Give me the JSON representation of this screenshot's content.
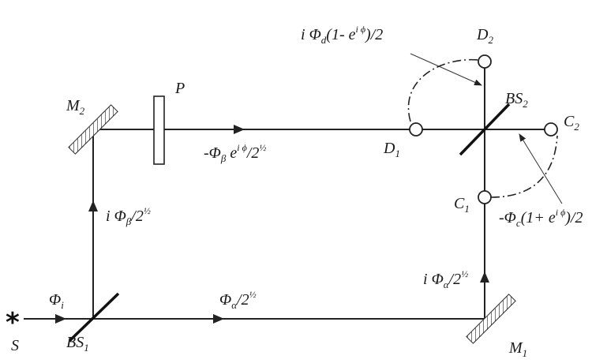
{
  "labels": {
    "source": "S",
    "bs1": {
      "main": "BS",
      "sub": "1"
    },
    "bs2": {
      "main": "BS",
      "sub": "2"
    },
    "m1": {
      "main": "M",
      "sub": "1"
    },
    "m2": {
      "main": "M",
      "sub": "2"
    },
    "plate": "P",
    "d1": {
      "main": "D",
      "sub": "1"
    },
    "d2": {
      "main": "D",
      "sub": "2"
    },
    "c1": {
      "main": "C",
      "sub": "1"
    },
    "c2": {
      "main": "C",
      "sub": "2"
    }
  },
  "amplitudes": {
    "input": {
      "symbol": "Φ",
      "sub": "i"
    },
    "alpha_bottom": {
      "symbol": "Φ",
      "sub": "α",
      "rest": "/2",
      "sup": "½"
    },
    "alpha_right": {
      "prefix": "i ",
      "symbol": "Φ",
      "sub": "α",
      "rest": "/2",
      "sup": "½"
    },
    "beta_left": {
      "prefix": "i ",
      "symbol": "Φ",
      "sub": "β",
      "rest": "/2",
      "sup": "½"
    },
    "beta_top": {
      "prefix": "-",
      "symbol": "Φ",
      "sub": "β",
      "mid": " e",
      "sup1": "i ϕ",
      "rest": "/2",
      "sup": "½"
    },
    "d_output": {
      "prefix": "i ",
      "symbol": "Φ",
      "sub": "d",
      "mid": "(1- e",
      "sup1": "i ϕ",
      "rest": ")/2"
    },
    "c_output": {
      "prefix": "-",
      "symbol": "Φ",
      "sub": "c",
      "mid": "(1+ e",
      "sup1": "i ϕ",
      "rest": ")/2"
    }
  }
}
